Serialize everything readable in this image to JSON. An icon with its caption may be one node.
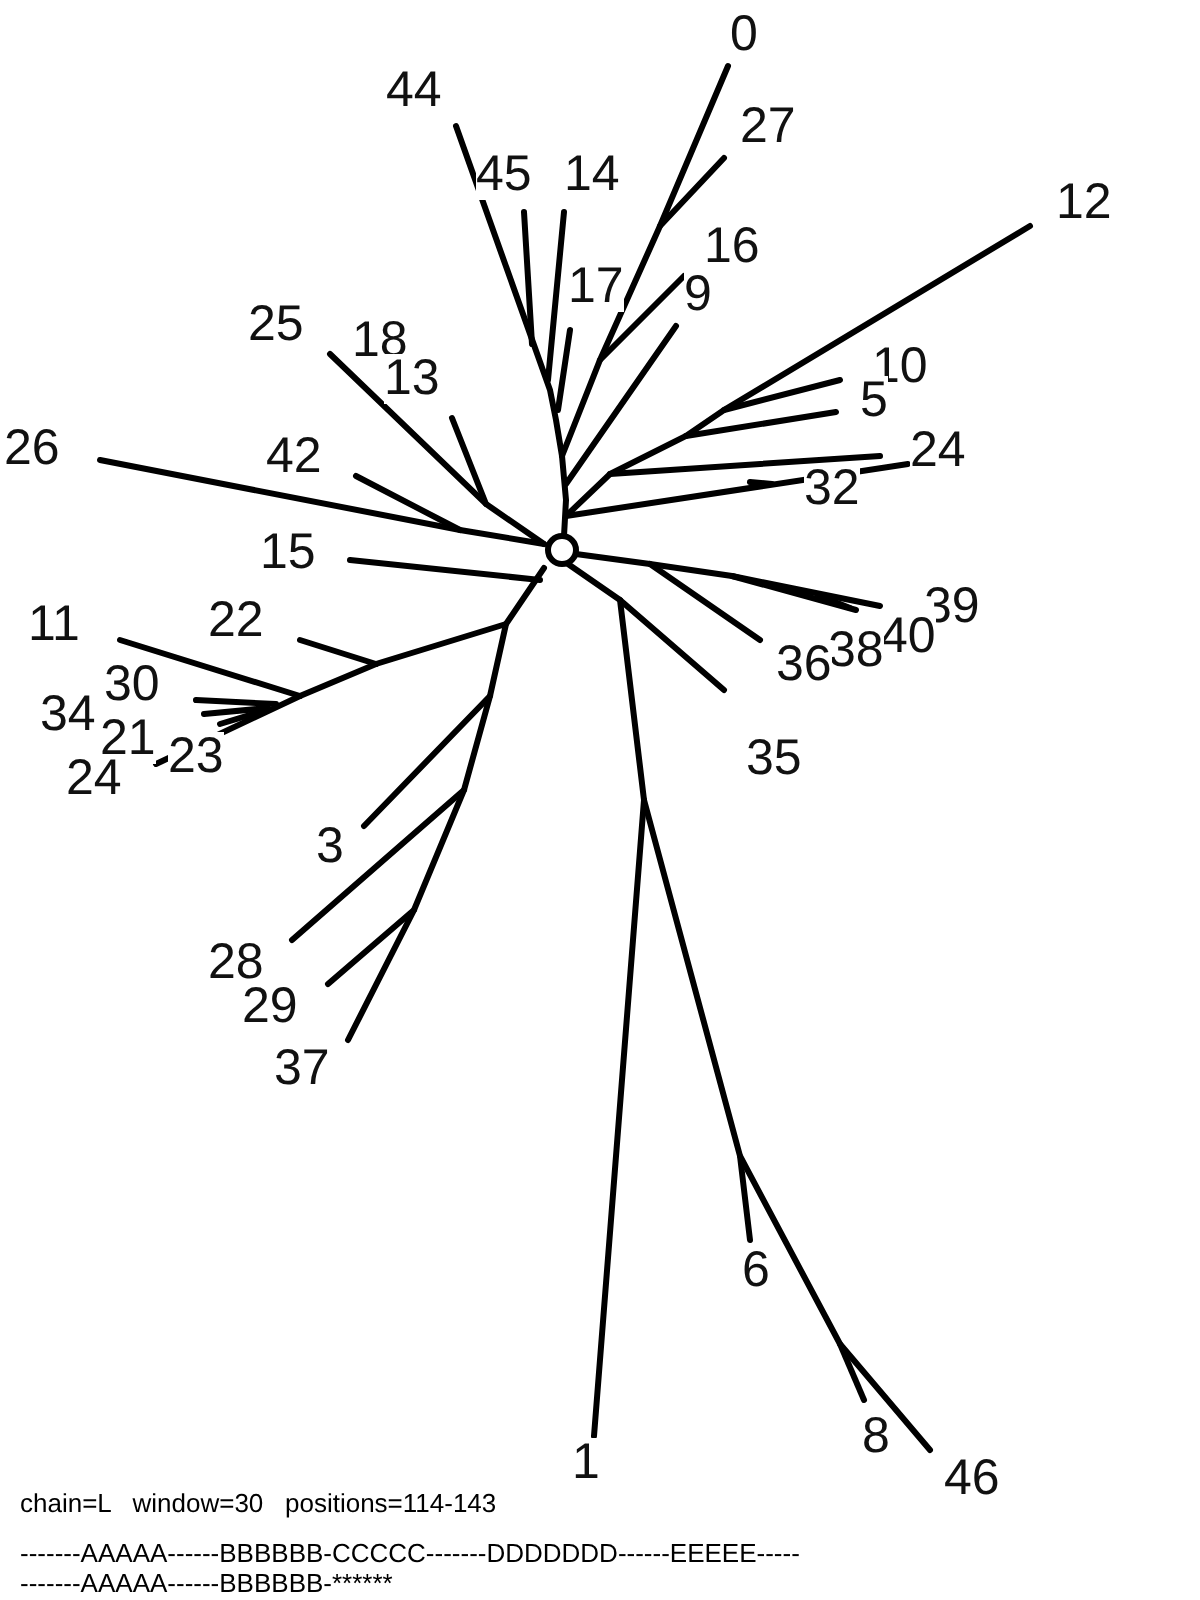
{
  "diagram": {
    "labels": [
      "0",
      "44",
      "27",
      "45",
      "14",
      "12",
      "16",
      "17",
      "9",
      "25",
      "18",
      "10",
      "13",
      "5",
      "26",
      "42",
      "24",
      "32",
      "15",
      "39",
      "40",
      "22",
      "11",
      "38",
      "36",
      "30",
      "34",
      "21",
      "23",
      "24",
      "35",
      "3",
      "28",
      "29",
      "37",
      "6",
      "1",
      "8",
      "46",
      "chain=L   window=30   positions=114-143",
      "-------AAAAA------BBBBBB-CCCCC-------DDDDDDD------EEEEE-----",
      "-------AAAAA------BBBBBB-******"
    ]
  }
}
